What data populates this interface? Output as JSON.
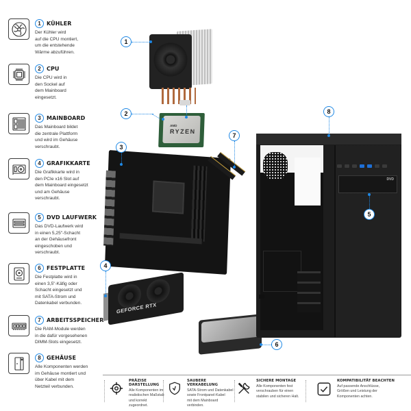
{
  "legend": {
    "items": [
      {
        "num": "1",
        "title": "KÜHLER",
        "icon": "cpu-fan-icon",
        "desc": [
          "Der Kühler wird",
          "auf die CPU montiert,",
          "um die entstehende",
          "Wärme abzuführen."
        ]
      },
      {
        "num": "2",
        "title": "CPU",
        "icon": "cpu-chip-icon",
        "desc": [
          "Die CPU wird in",
          "den Sockel auf",
          "dem Mainboard",
          "eingesetzt."
        ]
      },
      {
        "num": "3",
        "title": "MAINBOARD",
        "icon": "motherboard-icon",
        "desc": [
          "Das Mainboard bildet",
          "die zentrale Plattform",
          "und wird im Gehäuse",
          "verschraubt."
        ]
      },
      {
        "num": "4",
        "title": "GRAFIKKARTE",
        "icon": "graphics-card-icon",
        "desc": [
          "Die Grafikkarte wird in",
          "den PCIe x16 Slot auf",
          "dem Mainboard eingesetzt",
          "und am Gehäuse",
          "verschraubt."
        ]
      },
      {
        "num": "5",
        "title": "DVD LAUFWERK",
        "icon": "optical-drive-icon",
        "desc": [
          "Das DVD-Laufwerk wird",
          "in einen 5,25\"-Schacht",
          "an der Gehäusefront",
          "eingeschoben und",
          "verschraubt."
        ]
      },
      {
        "num": "6",
        "title": "FESTPLATTE",
        "icon": "hard-drive-icon",
        "desc": [
          "Die Festplatte wird in",
          "einen 3,5\"-Käfig oder",
          "Schacht eingesetzt und",
          "mit SATA-Strom und",
          "Datenkabel verbunden."
        ]
      },
      {
        "num": "7",
        "title": "ARBEITSSPEICHER",
        "icon": "ram-module-icon",
        "desc": [
          "Die RAM-Module werden",
          "in die dafür vorgesehenen",
          "DIMM-Slots eingesetzt."
        ]
      },
      {
        "num": "8",
        "title": "GEHÄUSE",
        "icon": "pc-case-icon",
        "desc": [
          "Alle Komponenten werden",
          "im Gehäuse montiert und",
          "über Kabel mit dem",
          "Netzteil verbunden."
        ]
      }
    ]
  },
  "diagram": {
    "callouts": [
      "1",
      "2",
      "3",
      "4",
      "5",
      "6",
      "7",
      "8"
    ],
    "cpu_brand": "AMD",
    "cpu_model": "RYZEN",
    "gpu_label": "GEFORCE RTX",
    "dvd_logo": "DVD",
    "accent_color": "#1e88e5"
  },
  "features": [
    {
      "icon": "crosshair-target-icon",
      "title": "PRÄZISE DARSTELLUNG",
      "desc": [
        "Alle Komponenten im",
        "realistischen Maßstab",
        "und korrekt zugeordnet."
      ]
    },
    {
      "icon": "shield-check-icon",
      "title": "SAUBERE VERKABELUNG",
      "desc": [
        "SATA-Strom und Datenkabel",
        "sowie Frontpanel-Kabel",
        "mit dem Mainboard verbinden."
      ]
    },
    {
      "icon": "wrench-screwdriver-icon",
      "title": "SICHERE MONTAGE",
      "desc": [
        "Alle Komponenten fest",
        "verschrauben für einen",
        "stabilen und sicheren Halt."
      ]
    },
    {
      "icon": "checkbox-checked-icon",
      "title": "KOMPATIBILITÄT BEACHTEN",
      "desc": [
        "Auf passende Anschlüsse,",
        "Größen und Leistung der",
        "Komponenten achten."
      ]
    }
  ]
}
